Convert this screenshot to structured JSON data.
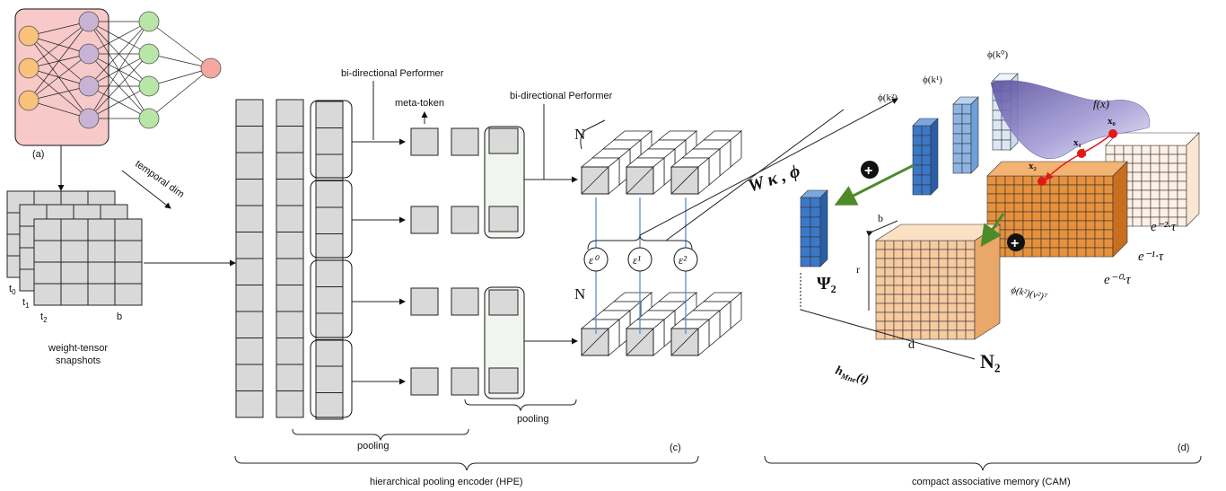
{
  "labels": {
    "a": "(a)",
    "b": "b",
    "c": "(c)",
    "d": "(d)",
    "temporal_dim": "temporal dim",
    "t0": "t",
    "t0_sub": "0",
    "t1": "t",
    "t1_sub": "1",
    "t2": "t",
    "t2_sub": "2",
    "snapshots_line1": "weight-tensor",
    "snapshots_line2": "snapshots",
    "bidir_performer_1": "bi-directional Performer",
    "bidir_performer_2": "bi-directional Performer",
    "meta_token": "meta-token",
    "pooling_1": "pooling",
    "pooling_2": "pooling",
    "N_top": "N",
    "N_bottom": "N",
    "eps0": "ε⁰",
    "eps1": "ε¹",
    "eps2": "ε²",
    "hpe": "hierarchical pooling encoder (HPE)",
    "cam": "compact associative memory (CAM)",
    "W_kappa_phi": "W κ , ϕ",
    "phi_k0": "ϕ(k⁰)",
    "phi_k1": "ϕ(k¹)",
    "phi_k2": "ϕ(k²)",
    "f_x": "f(x)",
    "x0": "x₀",
    "x1": "x₁",
    "x2": "x₂",
    "psi2": "Ψ₂",
    "r": "r",
    "d_dim": "d",
    "N2": "N₂",
    "h_mne": "h",
    "h_mne_sub": "Mne",
    "h_mne_arg": "(t)",
    "phi_k2_v2": "ϕ(k²)(v²)ᵀ",
    "e2tau": "e⁻²·τ",
    "e1tau": "e⁻¹·τ",
    "e0tau": "e⁻⁰·τ",
    "plus": "+"
  },
  "colors": {
    "input_node": "#f9c27a",
    "hidden1_node": "#c9b3d4",
    "hidden2_node": "#b8e6a6",
    "output_node": "#f4a8a0",
    "nn_bg": "#f8c9c9",
    "blue_dark": "#3c78c8",
    "blue_mid": "#8db4e2",
    "blue_light": "#dce8f5",
    "orange_dark": "#e6913c",
    "orange_light": "#f7caa0",
    "orange_pale": "#fdf0e6",
    "green_arrow": "#4c8a2a",
    "red_point": "#e01919",
    "purple_surface": "#6a5fa8"
  }
}
